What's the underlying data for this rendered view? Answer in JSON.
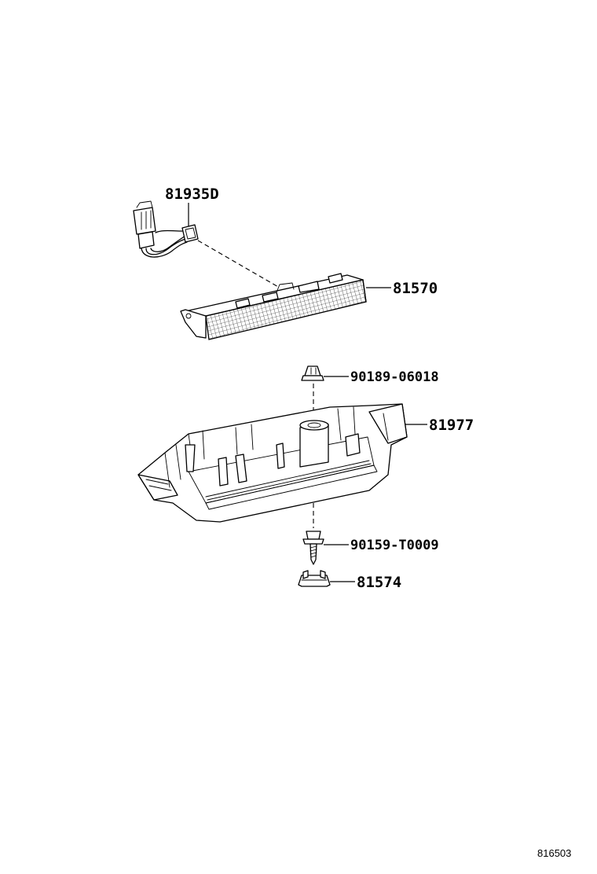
{
  "parts": {
    "wire_harness": "81935D",
    "lamp_assembly": "81570",
    "clip": "90189-06018",
    "cover": "81977",
    "screw": "90159-T0009",
    "socket": "81574"
  },
  "reference_code": "816503"
}
